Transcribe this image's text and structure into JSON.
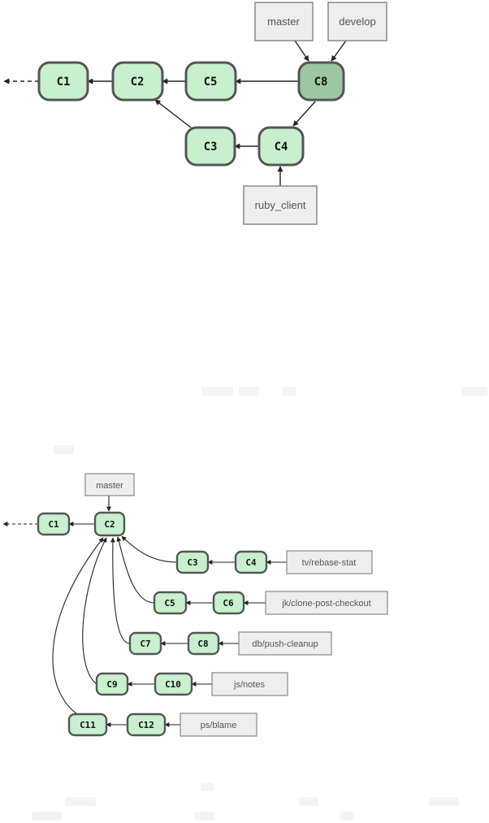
{
  "diagrams": [
    {
      "commits": [
        {
          "id": "c1",
          "label": "C1",
          "color": "#c8f0cf"
        },
        {
          "id": "c2",
          "label": "C2",
          "color": "#c8f0cf"
        },
        {
          "id": "c5",
          "label": "C5",
          "color": "#c8f0cf"
        },
        {
          "id": "c8",
          "label": "C8",
          "color": "#9cc7a2"
        },
        {
          "id": "c3",
          "label": "C3",
          "color": "#c8f0cf"
        },
        {
          "id": "c4",
          "label": "C4",
          "color": "#c8f0cf"
        }
      ],
      "branches": [
        {
          "id": "master",
          "label": "master"
        },
        {
          "id": "develop",
          "label": "develop"
        },
        {
          "id": "ruby-client",
          "label": "ruby_client"
        }
      ]
    },
    {
      "commits": [
        {
          "id": "c1",
          "label": "C1",
          "color": "#c8f0cf"
        },
        {
          "id": "c2",
          "label": "C2",
          "color": "#c8f0cf"
        },
        {
          "id": "c3",
          "label": "C3",
          "color": "#c8f0cf"
        },
        {
          "id": "c4",
          "label": "C4",
          "color": "#c8f0cf"
        },
        {
          "id": "c5",
          "label": "C5",
          "color": "#c8f0cf"
        },
        {
          "id": "c6",
          "label": "C6",
          "color": "#c8f0cf"
        },
        {
          "id": "c7",
          "label": "C7",
          "color": "#c8f0cf"
        },
        {
          "id": "c8",
          "label": "C8",
          "color": "#c8f0cf"
        },
        {
          "id": "c9",
          "label": "C9",
          "color": "#c8f0cf"
        },
        {
          "id": "c10",
          "label": "C10",
          "color": "#c8f0cf"
        },
        {
          "id": "c11",
          "label": "C11",
          "color": "#c8f0cf"
        },
        {
          "id": "c12",
          "label": "C12",
          "color": "#c8f0cf"
        }
      ],
      "branches": [
        {
          "id": "master",
          "label": "master"
        },
        {
          "id": "tv-rebase-stat",
          "label": "tv/rebase-stat"
        },
        {
          "id": "jk-clone-post-checkout",
          "label": "jk/clone-post-checkout"
        },
        {
          "id": "db-push-cleanup",
          "label": "db/push-cleanup"
        },
        {
          "id": "js-notes",
          "label": "js/notes"
        },
        {
          "id": "ps-blame",
          "label": "ps/blame"
        }
      ]
    }
  ],
  "colors": {
    "commit_stroke": "#555555",
    "branch_fill": "#eeeeee",
    "branch_stroke": "#888888",
    "arrow": "#222222"
  }
}
